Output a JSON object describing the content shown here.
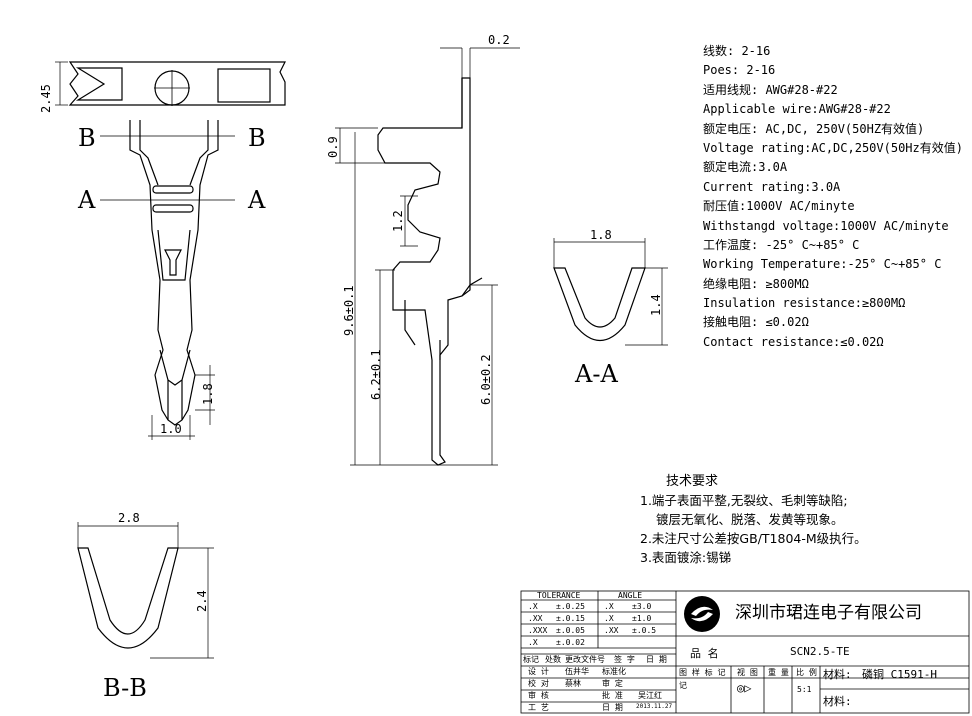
{
  "specs": [
    "线数: 2-16",
    "Poes: 2-16",
    "适用线规: AWG#28-#22",
    "Applicable wire:AWG#28-#22",
    "额定电压: AC,DC, 250V(50HZ有效值)",
    "Voltage rating:AC,DC,250V(50Hz有效值)",
    "额定电流:3.0A",
    "Current rating:3.0A",
    "耐压值:1000V AC/minyte",
    "Withstangd voltage:1000V AC/minyte",
    "工作温度: -25° C~+85° C",
    "Working Temperature:-25° C~+85° C",
    "绝缘电阻: ≥800MΩ",
    "Insulation resistance:≥800MΩ",
    "接触电阻: ≤0.02Ω",
    "Contact resistance:≤0.02Ω"
  ],
  "tech": {
    "title": "技术要求",
    "items": [
      "1.端子表面平整,无裂纹、毛刺等缺陷;",
      "镀层无氧化、脱落、发黄等现象。",
      "2.未注尺寸公差按GB/T1804-M级执行。",
      "3.表面镀涂:锡锑"
    ]
  },
  "labels": {
    "b_left": "B",
    "b_right": "B",
    "a_left": "A",
    "a_right": "A",
    "aa": "A-A",
    "bb": "B-B"
  },
  "dims": {
    "d245": "2.45",
    "d18v": "1.8",
    "d10": "1.0",
    "d02": "0.2",
    "d09": "0.9",
    "d12": "1.2",
    "d96": "9.6±0.1",
    "d62": "6.2±0.1",
    "d60": "6.0±0.2",
    "d18h": "1.8",
    "d14": "1.4",
    "d28": "2.8",
    "d24": "2.4"
  },
  "titleblock": {
    "tol_title": "TOLERANCE",
    "angle_title": "ANGLE",
    "tol_rows": [
      [
        ".X",
        "±.0.25",
        ".X",
        "±3.0"
      ],
      [
        ".XX",
        "±.0.15",
        ".X",
        "±1.0"
      ],
      [
        ".XXX",
        "±.0.05",
        ".XX",
        "±.0.5"
      ],
      [
        ".X",
        "±.0.02",
        "",
        ""
      ]
    ],
    "mark_row": [
      "标记",
      "处数",
      "更改文件号",
      "签 字",
      "日 期"
    ],
    "rows": [
      [
        "设 计",
        "伍井华",
        "标准化",
        ""
      ],
      [
        "校 对",
        "蔡林",
        "审 定",
        ""
      ],
      [
        "审 核",
        "",
        "批 准",
        "吴江红"
      ],
      [
        "工 艺",
        "",
        "日 期",
        "2013.11.27"
      ]
    ],
    "company": "深圳市珺连电子有限公司",
    "part_label": "品 名",
    "part_no": "SCN2.5-TE",
    "hdr": [
      "图 样 标 记",
      "视 图",
      "重 量",
      "比 例"
    ],
    "scale": "5:1",
    "material_label": "材料:",
    "material": "磷铜 C1591-H",
    "material2_label": "材料:",
    "stage_mark": "记"
  }
}
